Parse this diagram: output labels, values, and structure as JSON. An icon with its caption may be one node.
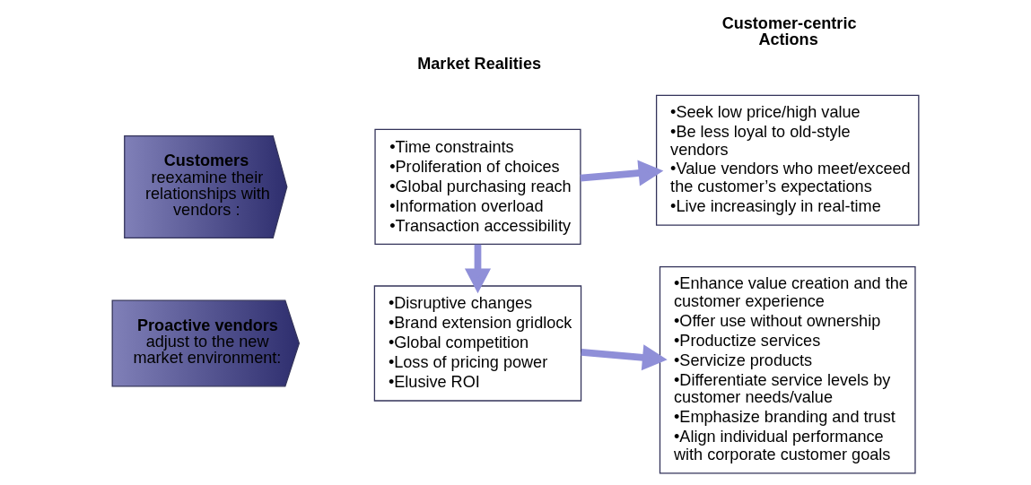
{
  "diagram": {
    "nodes": [
      {
        "text": [
          "Customers",
          "reexamine their relationships with vendors :"
        ]
      },
      {
        "text": [
          "•Time constraints",
          "•Proliferation of choices",
          "•Global purchasing reach",
          "•Information overload",
          "•Transaction accessibility"
        ]
      },
      {
        "text": [
          "•Seek low price/high value",
          "•Be less loyal to old-style vendors",
          "•Value vendors who meet/exceed the customer’s expectations",
          "•Live increasingly in real-time"
        ]
      },
      {
        "text": [
          "Proactive vendors",
          "adjust to the new market environment:"
        ]
      },
      {
        "text": [
          "•Disruptive changes",
          "•Brand extension gridlock",
          "•Global competition",
          "•Loss of pricing power",
          "•Elusive ROI"
        ]
      },
      {
        "text": [
          "•Enhance value creation and the customer experience",
          "•Offer use without ownership",
          "•Productize services",
          "•Servicize products",
          "•Differentiate service levels by customer needs/value",
          "•Emphasize branding and trust",
          "•Align individual performance with corporate customer goals"
        ]
      }
    ],
    "edges": [
      {
        "from": 1,
        "to": 2,
        "arrow": "to"
      },
      {
        "from": 1,
        "to": 4,
        "arrow": "to"
      },
      {
        "from": 4,
        "to": 5,
        "arrow": "to"
      }
    ],
    "labels": [
      "Market Realities",
      "Customer-centric Actions"
    ]
  }
}
